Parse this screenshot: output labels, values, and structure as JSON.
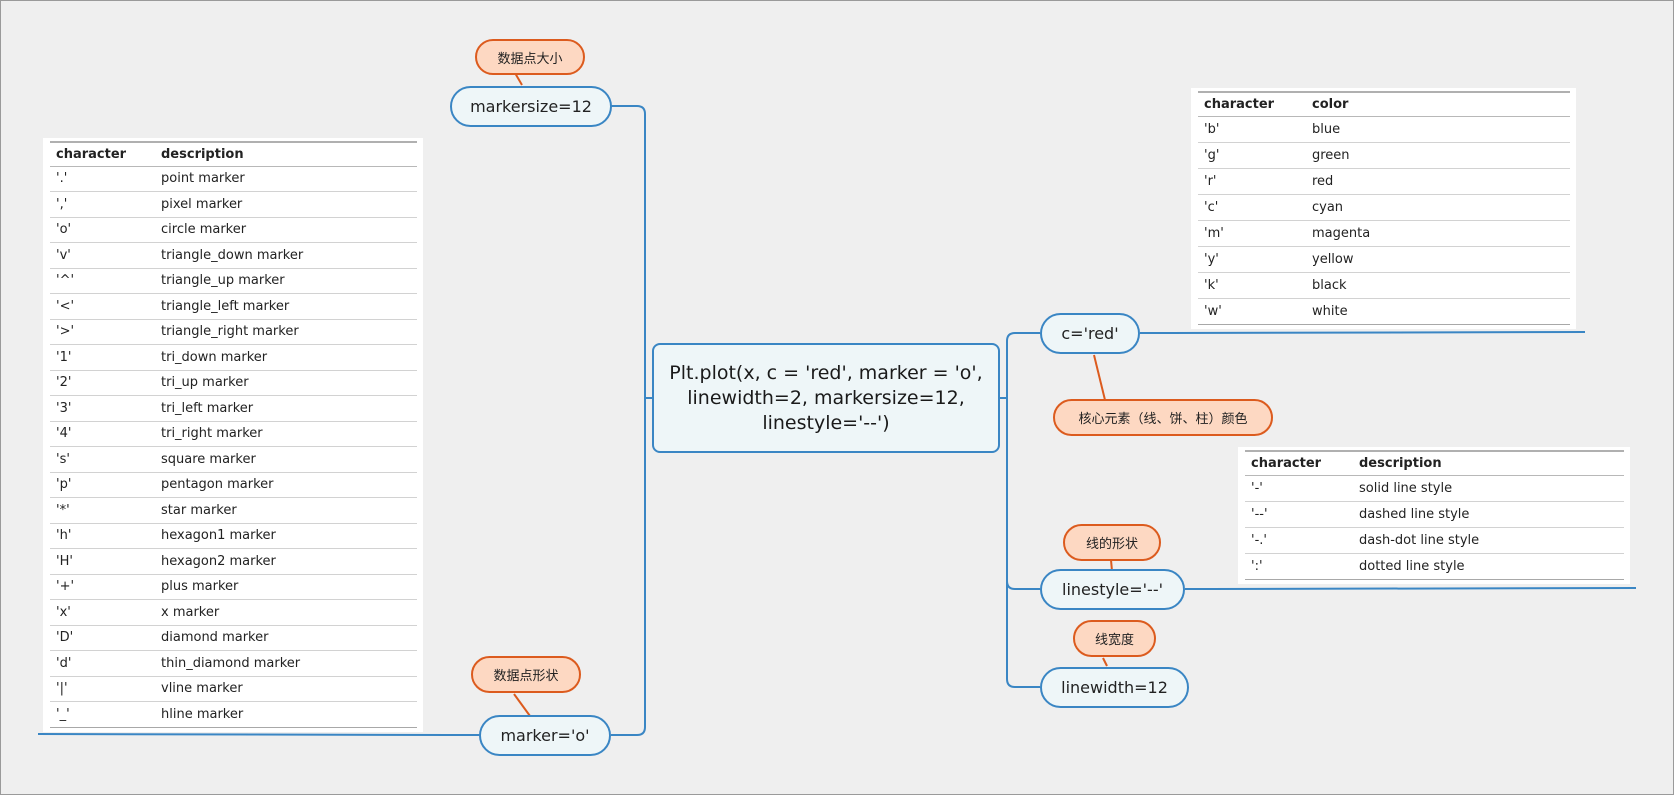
{
  "center": {
    "line1": "Plt.plot(x, c = 'red', marker = 'o',",
    "line2": "linewidth=2, markersize=12,",
    "line3": "linestyle='--')"
  },
  "nodes": {
    "markersize": "markersize=12",
    "marker": "marker='o'",
    "color": "c='red'",
    "linestyle": "linestyle='--'",
    "linewidth": "linewidth=12"
  },
  "notes": {
    "markersize": "数据点大小",
    "marker": "数据点形状",
    "color": "核心元素（线、饼、柱）颜色",
    "linestyle": "线的形状",
    "linewidth": "线宽度"
  },
  "marker_table": {
    "headers": [
      "character",
      "description"
    ],
    "rows": [
      [
        "'.'",
        "point marker"
      ],
      [
        "','",
        "pixel marker"
      ],
      [
        "'o'",
        "circle marker"
      ],
      [
        "'v'",
        "triangle_down marker"
      ],
      [
        "'^'",
        "triangle_up marker"
      ],
      [
        "'<'",
        "triangle_left marker"
      ],
      [
        "'>'",
        "triangle_right marker"
      ],
      [
        "'1'",
        "tri_down marker"
      ],
      [
        "'2'",
        "tri_up marker"
      ],
      [
        "'3'",
        "tri_left marker"
      ],
      [
        "'4'",
        "tri_right marker"
      ],
      [
        "'s'",
        "square marker"
      ],
      [
        "'p'",
        "pentagon marker"
      ],
      [
        "'*'",
        "star marker"
      ],
      [
        "'h'",
        "hexagon1 marker"
      ],
      [
        "'H'",
        "hexagon2 marker"
      ],
      [
        "'+'",
        "plus marker"
      ],
      [
        "'x'",
        "x marker"
      ],
      [
        "'D'",
        "diamond marker"
      ],
      [
        "'d'",
        "thin_diamond marker"
      ],
      [
        "'|'",
        "vline marker"
      ],
      [
        "'_'",
        "hline marker"
      ]
    ]
  },
  "color_table": {
    "headers": [
      "character",
      "color"
    ],
    "rows": [
      [
        "'b'",
        "blue"
      ],
      [
        "'g'",
        "green"
      ],
      [
        "'r'",
        "red"
      ],
      [
        "'c'",
        "cyan"
      ],
      [
        "'m'",
        "magenta"
      ],
      [
        "'y'",
        "yellow"
      ],
      [
        "'k'",
        "black"
      ],
      [
        "'w'",
        "white"
      ]
    ]
  },
  "linestyle_table": {
    "headers": [
      "character",
      "description"
    ],
    "rows": [
      [
        "'-'",
        "solid line style"
      ],
      [
        "'--'",
        "dashed line style"
      ],
      [
        "'-.'",
        "dash-dot line style"
      ],
      [
        "':'",
        "dotted line style"
      ]
    ]
  },
  "colors": {
    "branch": "#3a86c4",
    "note_border": "#dc5b1e",
    "note_fill": "#fdd8c2",
    "node_fill": "#eef6f8",
    "background": "#efefef"
  }
}
